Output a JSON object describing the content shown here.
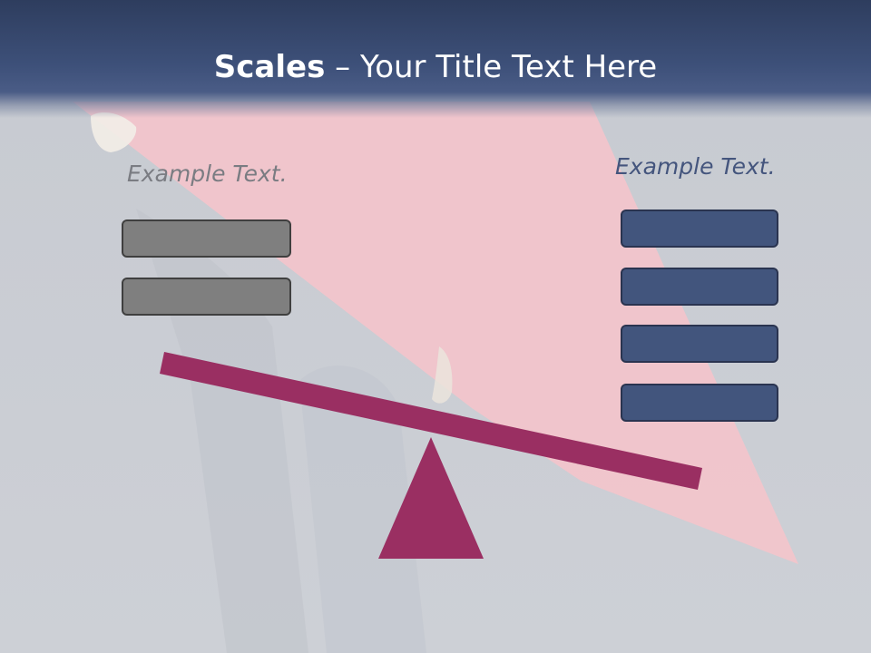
{
  "slide": {
    "title_bold": "Scales",
    "title_rest": " – Your Title Text Here",
    "left_label": "Example Text.",
    "right_label": "Example Text.",
    "left_boxes": [
      "",
      ""
    ],
    "right_boxes": [
      "",
      "",
      "",
      ""
    ]
  },
  "colors": {
    "title_bar": "#3d5079",
    "beam": "#9a2f62",
    "fulcrum": "#9a2f62",
    "highlight": "#f4c4cb",
    "left_box": "#7f7f7f",
    "right_box": "#42557d",
    "left_label": "#7a7c82",
    "right_label": "#44557d"
  },
  "icons": {
    "scale_fulcrum": "triangle-icon",
    "scale_beam": "seesaw-beam-icon"
  }
}
